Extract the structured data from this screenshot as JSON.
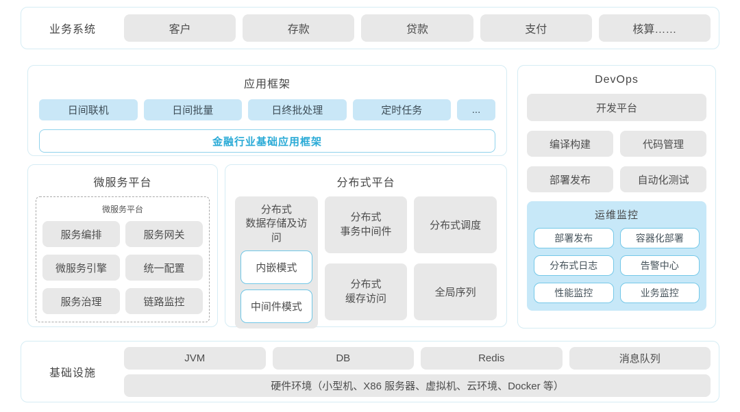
{
  "colors": {
    "card_border": "#d5ecf4",
    "gray_box": "#e8e8e8",
    "blue_box": "#c9e7f7",
    "monitor_panel": "#c7e8f8",
    "chip_border": "#74c8e8",
    "accent_text": "#29aad6",
    "text": "#4a4a4a"
  },
  "business_layer": {
    "label": "业务系统",
    "items": [
      "客户",
      "存款",
      "贷款",
      "支付",
      "核算……"
    ]
  },
  "app_framework": {
    "title": "应用框架",
    "items": [
      "日间联机",
      "日间批量",
      "日终批处理",
      "定时任务",
      "..."
    ],
    "base_framework": "金融行业基础应用框架"
  },
  "devops": {
    "title": "DevOps",
    "platform": "开发平台",
    "items": [
      "编译构建",
      "代码管理",
      "部署发布",
      "自动化测试"
    ],
    "monitoring": {
      "title": "运维监控",
      "items": [
        "部署发布",
        "容器化部署",
        "分布式日志",
        "告警中心",
        "性能监控",
        "业务监控"
      ]
    }
  },
  "microservice": {
    "title": "微服务平台",
    "inner_title": "微服务平台",
    "items": [
      "服务编排",
      "服务网关",
      "微服务引擎",
      "统一配置",
      "服务治理",
      "链路监控"
    ]
  },
  "distributed": {
    "title": "分布式平台",
    "storage": {
      "title": "分布式\n数据存储及访问",
      "modes": [
        "内嵌模式",
        "中间件模式"
      ]
    },
    "col2": [
      "分布式\n事务中间件",
      "分布式\n缓存访问"
    ],
    "col3": [
      "分布式调度",
      "全局序列"
    ]
  },
  "infrastructure": {
    "label": "基础设施",
    "items": [
      "JVM",
      "DB",
      "Redis",
      "消息队列"
    ],
    "hardware": "硬件环境（小型机、X86 服务器、虚拟机、云环境、Docker 等）"
  }
}
